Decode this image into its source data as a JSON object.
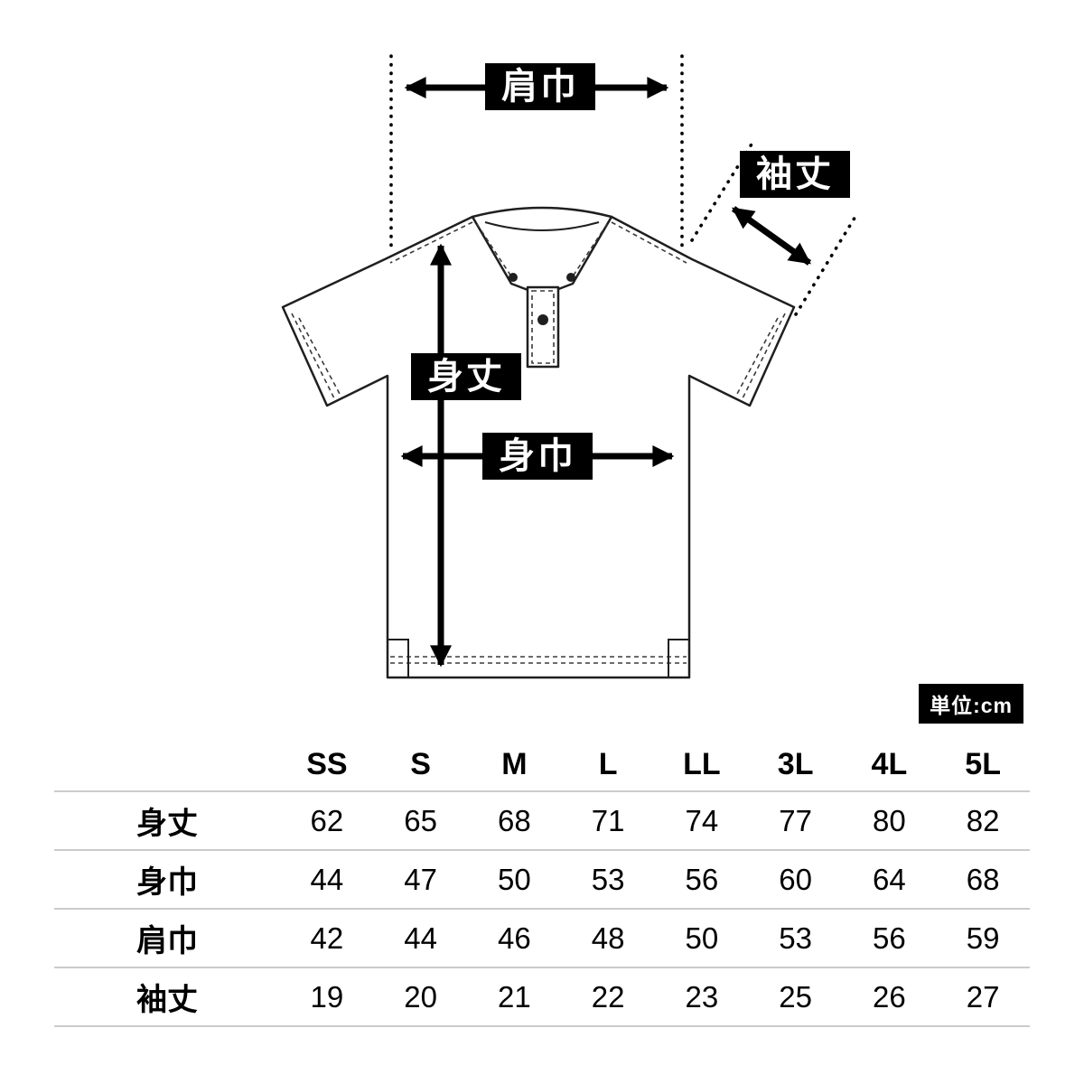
{
  "unit_badge": "単位:cm",
  "labels": {
    "shoulder": "肩巾",
    "sleeve": "袖丈",
    "length": "身丈",
    "width": "身巾"
  },
  "chart_data": {
    "type": "table",
    "unit": "cm",
    "columns": [
      "SS",
      "S",
      "M",
      "L",
      "LL",
      "3L",
      "4L",
      "5L"
    ],
    "rows": [
      {
        "label": "身丈",
        "values": [
          "62",
          "65",
          "68",
          "71",
          "74",
          "77",
          "80",
          "82"
        ]
      },
      {
        "label": "身巾",
        "values": [
          "44",
          "47",
          "50",
          "53",
          "56",
          "60",
          "64",
          "68"
        ]
      },
      {
        "label": "肩巾",
        "values": [
          "42",
          "44",
          "46",
          "48",
          "50",
          "53",
          "56",
          "59"
        ]
      },
      {
        "label": "袖丈",
        "values": [
          "19",
          "20",
          "21",
          "22",
          "23",
          "25",
          "26",
          "27"
        ]
      }
    ]
  }
}
